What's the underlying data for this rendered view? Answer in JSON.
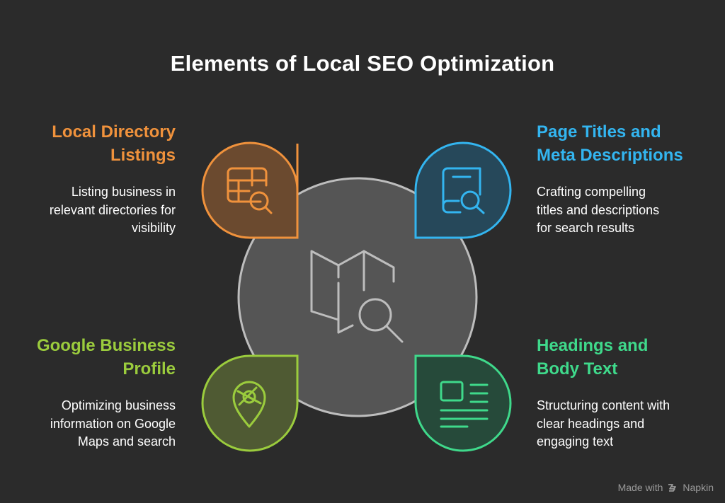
{
  "title": "Elements of Local SEO Optimization",
  "items": [
    {
      "id": "tl",
      "title_lines": [
        "Local Directory",
        "Listings"
      ],
      "desc_lines": [
        "Listing business in",
        "relevant directories for",
        "visibility"
      ],
      "color": "#f0923c",
      "icon": "directory-search-icon"
    },
    {
      "id": "tr",
      "title_lines": [
        "Page Titles and",
        "Meta Descriptions"
      ],
      "desc_lines": [
        "Crafting compelling",
        "titles and descriptions",
        "for search results"
      ],
      "color": "#33b5f0",
      "icon": "book-search-icon"
    },
    {
      "id": "bl",
      "title_lines": [
        "Google Business",
        "Profile"
      ],
      "desc_lines": [
        "Optimizing business",
        "information on Google",
        "Maps and search"
      ],
      "color": "#9bcc3d",
      "icon": "map-pin-icon"
    },
    {
      "id": "br",
      "title_lines": [
        "Headings and",
        "Body Text"
      ],
      "desc_lines": [
        "Structuring content with",
        "clear headings and",
        "engaging text"
      ],
      "color": "#3fd98b",
      "icon": "article-icon"
    }
  ],
  "center_icon": "map-search-icon",
  "watermark": {
    "text": "Made with",
    "brand": "Napkin",
    "icon": "napkin-logo-icon"
  }
}
